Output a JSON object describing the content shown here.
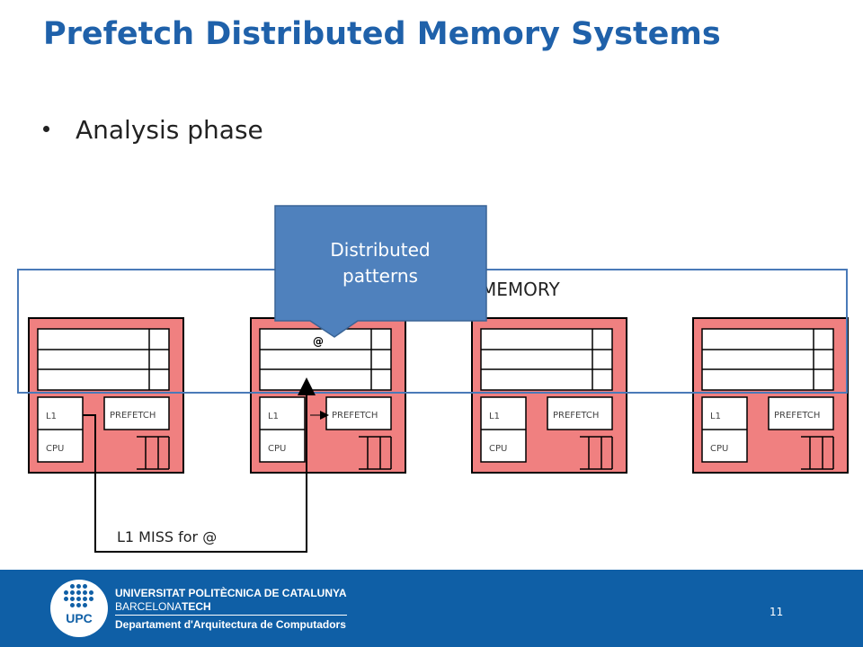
{
  "slide": {
    "title": "Prefetch Distributed Memory Systems",
    "bullet": "Analysis phase",
    "page_number": "11"
  },
  "diagram": {
    "memory_label": "MEMORY",
    "callout_line1": "Distributed",
    "callout_line2": "patterns",
    "address_marker": "@",
    "miss_label": "L1 MISS for @",
    "nodes": [
      {
        "l1": "L1",
        "cpu": "CPU",
        "prefetch": "PREFETCH"
      },
      {
        "l1": "L1",
        "cpu": "CPU",
        "prefetch": "PREFETCH"
      },
      {
        "l1": "L1",
        "cpu": "CPU",
        "prefetch": "PREFETCH"
      },
      {
        "l1": "L1",
        "cpu": "CPU",
        "prefetch": "PREFETCH"
      }
    ],
    "colors": {
      "title": "#1f61aa",
      "node_fill": "#f08080",
      "callout_fill": "#4f81bd",
      "memory_border": "#4a7ab8",
      "footer": "#0f5fa6"
    }
  },
  "footer": {
    "university_name": "UNIVERSITAT POLITÈCNICA DE CATALUNYA",
    "city": "BARCELONA",
    "city_suffix": "TECH",
    "department": "Departament d'Arquitectura de Computadors",
    "logo_text": "UPC"
  }
}
